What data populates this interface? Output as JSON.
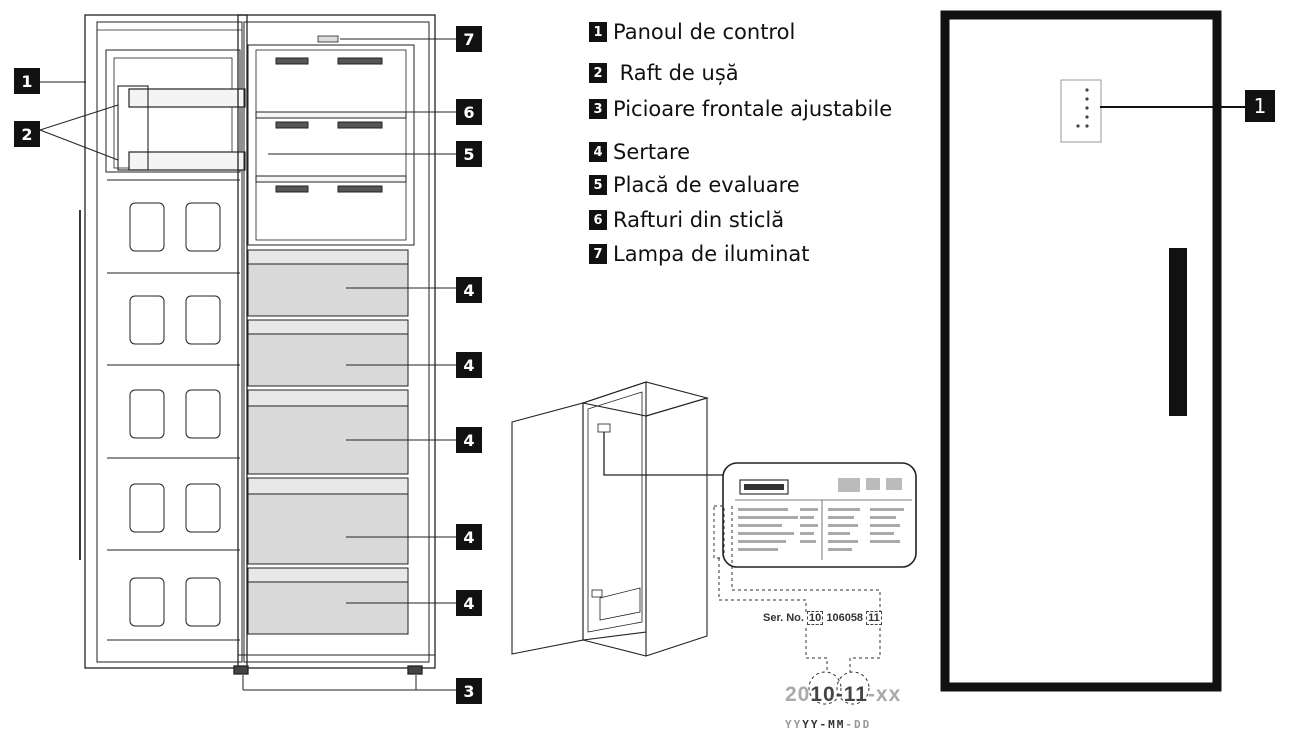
{
  "legend": [
    {
      "num": "1",
      "label": "Panoul de control"
    },
    {
      "num": "2",
      "label": " Raft de ușă"
    },
    {
      "num": "3",
      "label": "Picioare frontale ajustabile"
    },
    {
      "num": "4",
      "label": "Sertare"
    },
    {
      "num": "5",
      "label": "Placă de evaluare"
    },
    {
      "num": "6",
      "label": "Rafturi din sticlă"
    },
    {
      "num": "7",
      "label": "Lampa de iluminat"
    }
  ],
  "callouts": {
    "door": "1",
    "door_shelf": "2",
    "lamp": "7",
    "glass_shelves": "6",
    "rating_plate": "5",
    "drawer": "4",
    "feet": "3",
    "control_panel": "1"
  },
  "serial": {
    "prefix": "Ser. No.",
    "year_part": "10",
    "middle": "106058",
    "month_part": "11"
  },
  "date_code": {
    "century": "20",
    "year": "10",
    "sep1": "-",
    "month": "11",
    "sep2": "-",
    "day": "xx"
  },
  "date_format": {
    "yy_light": "YY",
    "yy_dark": "YY",
    "sep1": "-",
    "mm": "MM",
    "sep2": "-",
    "dd": "DD"
  }
}
